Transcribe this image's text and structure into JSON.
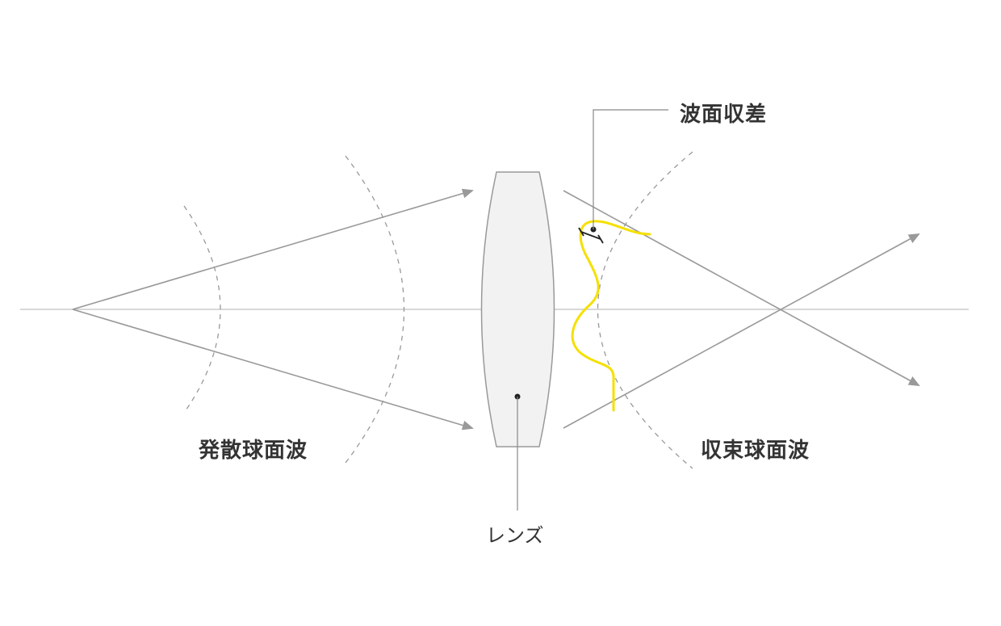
{
  "labels": {
    "wavefront_aberration": "波面収差",
    "diverging_spherical_wave": "発散球面波",
    "converging_spherical_wave": "収束球面波",
    "lens": "レンズ"
  },
  "colors": {
    "background": "#ffffff",
    "axis_line": "#cccccc",
    "ray": "#999999",
    "wavefront_dashed": "#999999",
    "lens_fill": "#f2f2f2",
    "lens_stroke": "#999999",
    "aberration_curve": "#f5e000",
    "leader_line": "#888888",
    "text": "#333333"
  },
  "icons": {
    "ray_arrowhead": "triangle-arrowhead",
    "lens_center_dot": "dot",
    "aberration_marker": "dimension-bar"
  }
}
